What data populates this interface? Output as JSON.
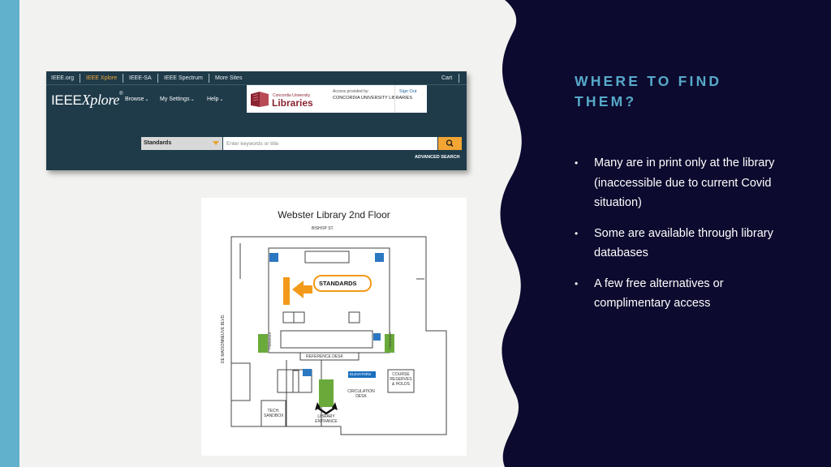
{
  "slide": {
    "heading": "WHERE TO FIND THEM?",
    "bullets": [
      "Many are in print only at the library (inaccessible due to current Covid situation)",
      "Some are available through library databases",
      "A few free alternatives or complimentary access"
    ],
    "bullet_glyph": "•",
    "colors": {
      "navy": "#0c0a2e",
      "heading": "#56a9c9",
      "stripe": "#62b1cc",
      "background": "#f2f2f0"
    }
  },
  "ieee": {
    "top_links": [
      "IEEE.org",
      "IEEE Xplore",
      "IEEE-SA",
      "IEEE Spectrum",
      "More Sites"
    ],
    "active_link": "IEEE Xplore",
    "cart": "Cart",
    "logo_main": "IEEE",
    "logo_x": "Xplore",
    "logo_mark": "®",
    "menu": [
      "Browse",
      "My Settings",
      "Help"
    ],
    "access_provided": "Access provided by:",
    "institution": "CONCORDIA UNIVERSITY LIBRARIES",
    "sign_out": "Sign Out",
    "library_logo_top": "Concordia University",
    "library_logo_main": "Libraries",
    "search_select": "Standards",
    "search_placeholder": "Enter keywords or title",
    "search_icon": "search-icon",
    "advanced_search": "ADVANCED SEARCH"
  },
  "map": {
    "title": "Webster Library 2nd Floor",
    "labels": {
      "bishop": "BISHOP ST.",
      "standards": "STANDARDS",
      "demaisonneuve": "DE MAISONNEUVE BLVD.",
      "stairwell": "STAIRWELL",
      "reference_desk": "REFERENCE DESK",
      "elevators": "ELEVATORS",
      "course_reserves": "COURSE RESERVES & HOLDS",
      "circulation_desk": "CIRCULATION DESK",
      "tech_sandbox": "TECH. SANDBOX",
      "library_entrance": "LIBRARY ENTRANCE"
    }
  }
}
